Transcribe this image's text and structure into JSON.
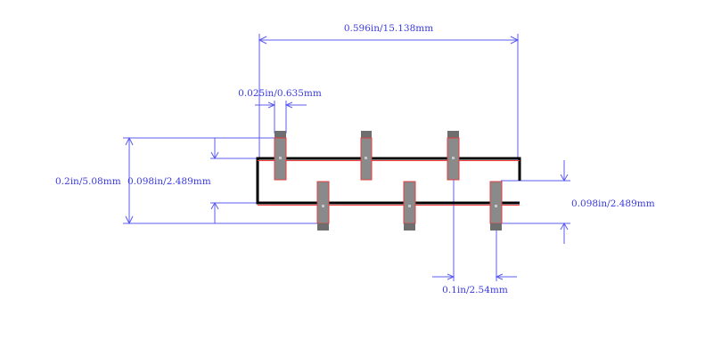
{
  "dimensions": {
    "overall_width": "0.596in/15.138mm",
    "lead_width": "0.025in/0.635mm",
    "overall_height": "0.2in/5.08mm",
    "body_height_left": "0.098in/2.489mm",
    "body_height_right": "0.098in/2.489mm",
    "pitch": "0.1in/2.54mm"
  },
  "colors": {
    "dimension": "#5b5bf0",
    "dimension_text": "#3a3ae0",
    "outline": "#000000",
    "pad_outline": "#e04040",
    "lead": "#8a8a8a"
  },
  "footprint": {
    "top_pins": 3,
    "bottom_pins": 3
  }
}
